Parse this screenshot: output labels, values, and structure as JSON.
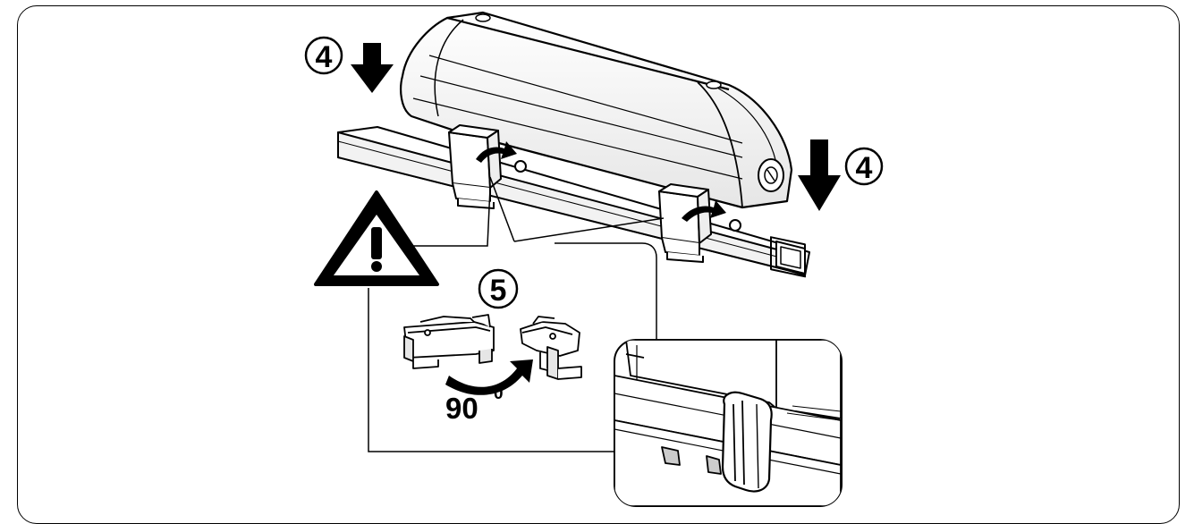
{
  "labels": {
    "step_left": "4",
    "step_right": "4",
    "step_five": "5",
    "angle_value": "90",
    "angle_unit": "0"
  },
  "colors": {
    "ink": "#000000",
    "paper": "#ffffff",
    "shade": "#d9d9d9",
    "dark_shade": "#8c8c8c"
  }
}
